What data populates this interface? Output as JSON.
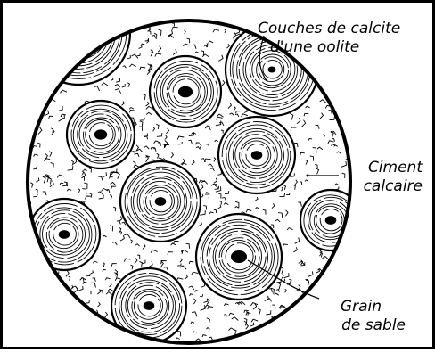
{
  "labels": {
    "couches": {
      "line1": "Couches de calcite",
      "line2": "d'une oolite"
    },
    "ciment": {
      "line1": "Ciment",
      "line2": "calcaire"
    },
    "grain": {
      "line1": "Grain",
      "line2": "de sable"
    }
  },
  "colors": {
    "ink": "#000000",
    "paper": "#ffffff"
  }
}
